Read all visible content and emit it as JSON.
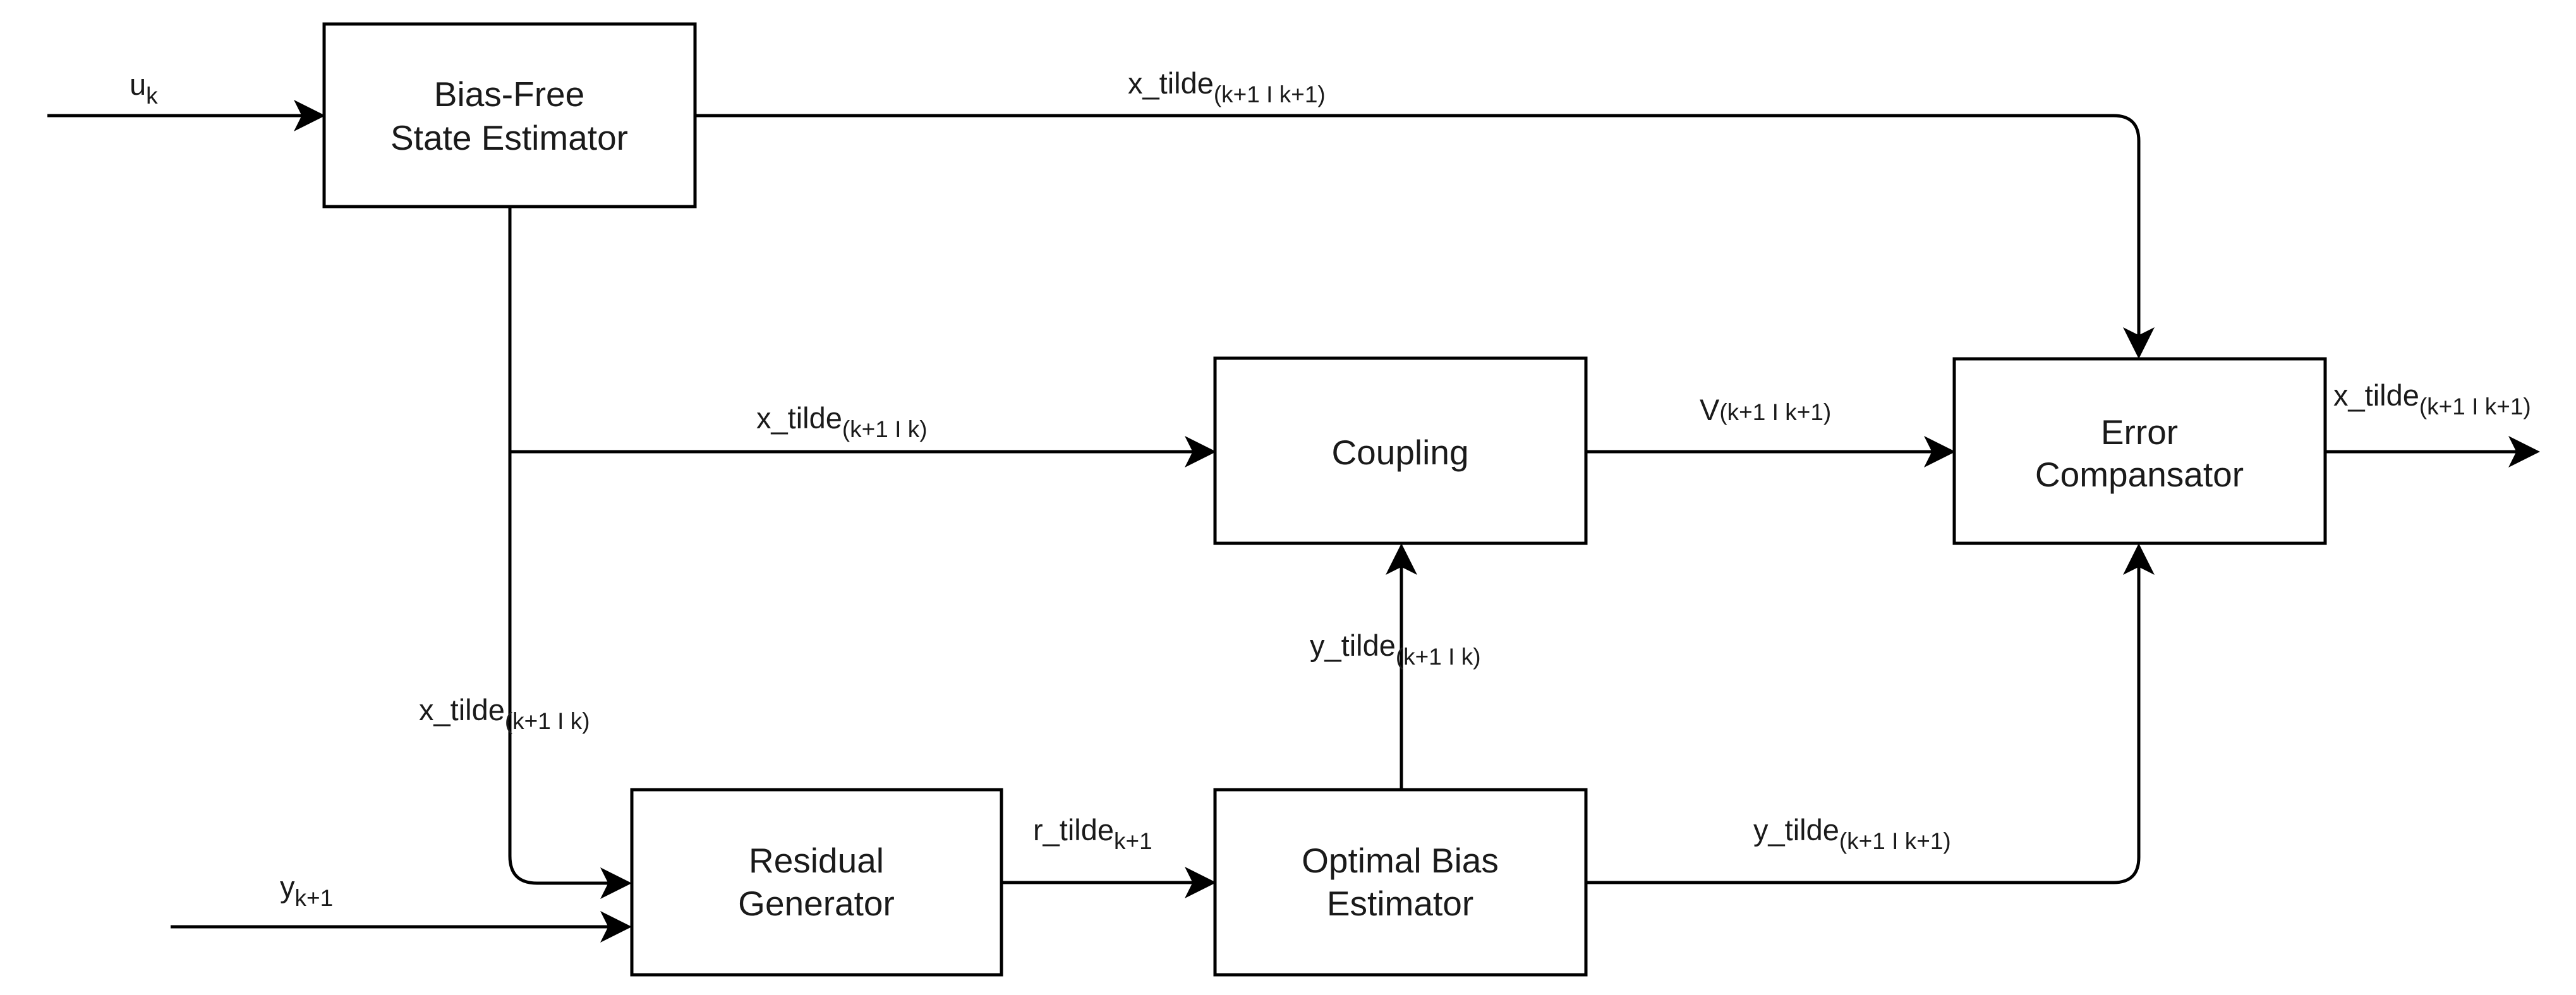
{
  "colors": {
    "stroke": "#000000",
    "text": "#1a1a1a",
    "background": "#ffffff"
  },
  "blocks": {
    "bias_free_state_estimator": {
      "line1": "Bias-Free",
      "line2": "State Estimator"
    },
    "coupling": {
      "line1": "Coupling"
    },
    "error_compensator": {
      "line1": "Error",
      "line2": "Compansator"
    },
    "residual_generator": {
      "line1": "Residual",
      "line2": "Generator"
    },
    "optimal_bias_estimator": {
      "line1": "Optimal Bias",
      "line2": "Estimator"
    }
  },
  "signals": {
    "u_k": {
      "base": "u",
      "sub": "k"
    },
    "y_k1": {
      "base": "y",
      "sub": "k+1"
    },
    "x_tilde_top": {
      "base": "x_tilde",
      "sub": "(k+1 I k+1)"
    },
    "x_tilde_coupling": {
      "base": "x_tilde",
      "sub": "(k+1 I k)"
    },
    "x_tilde_residual": {
      "base": "x_tilde",
      "sub": "(k+1 I k)"
    },
    "v_out": {
      "base": "V",
      "sub": "(k+1 I k+1)"
    },
    "x_tilde_output": {
      "base": "x_tilde",
      "sub": "(k+1 I k+1)"
    },
    "y_tilde_coupling": {
      "base": "y_tilde",
      "sub": "(k+1 I k)"
    },
    "r_tilde": {
      "base": "r_tilde",
      "sub": "k+1"
    },
    "y_tilde_error": {
      "base": "y_tilde",
      "sub": "(k+1 I k+1)"
    }
  }
}
